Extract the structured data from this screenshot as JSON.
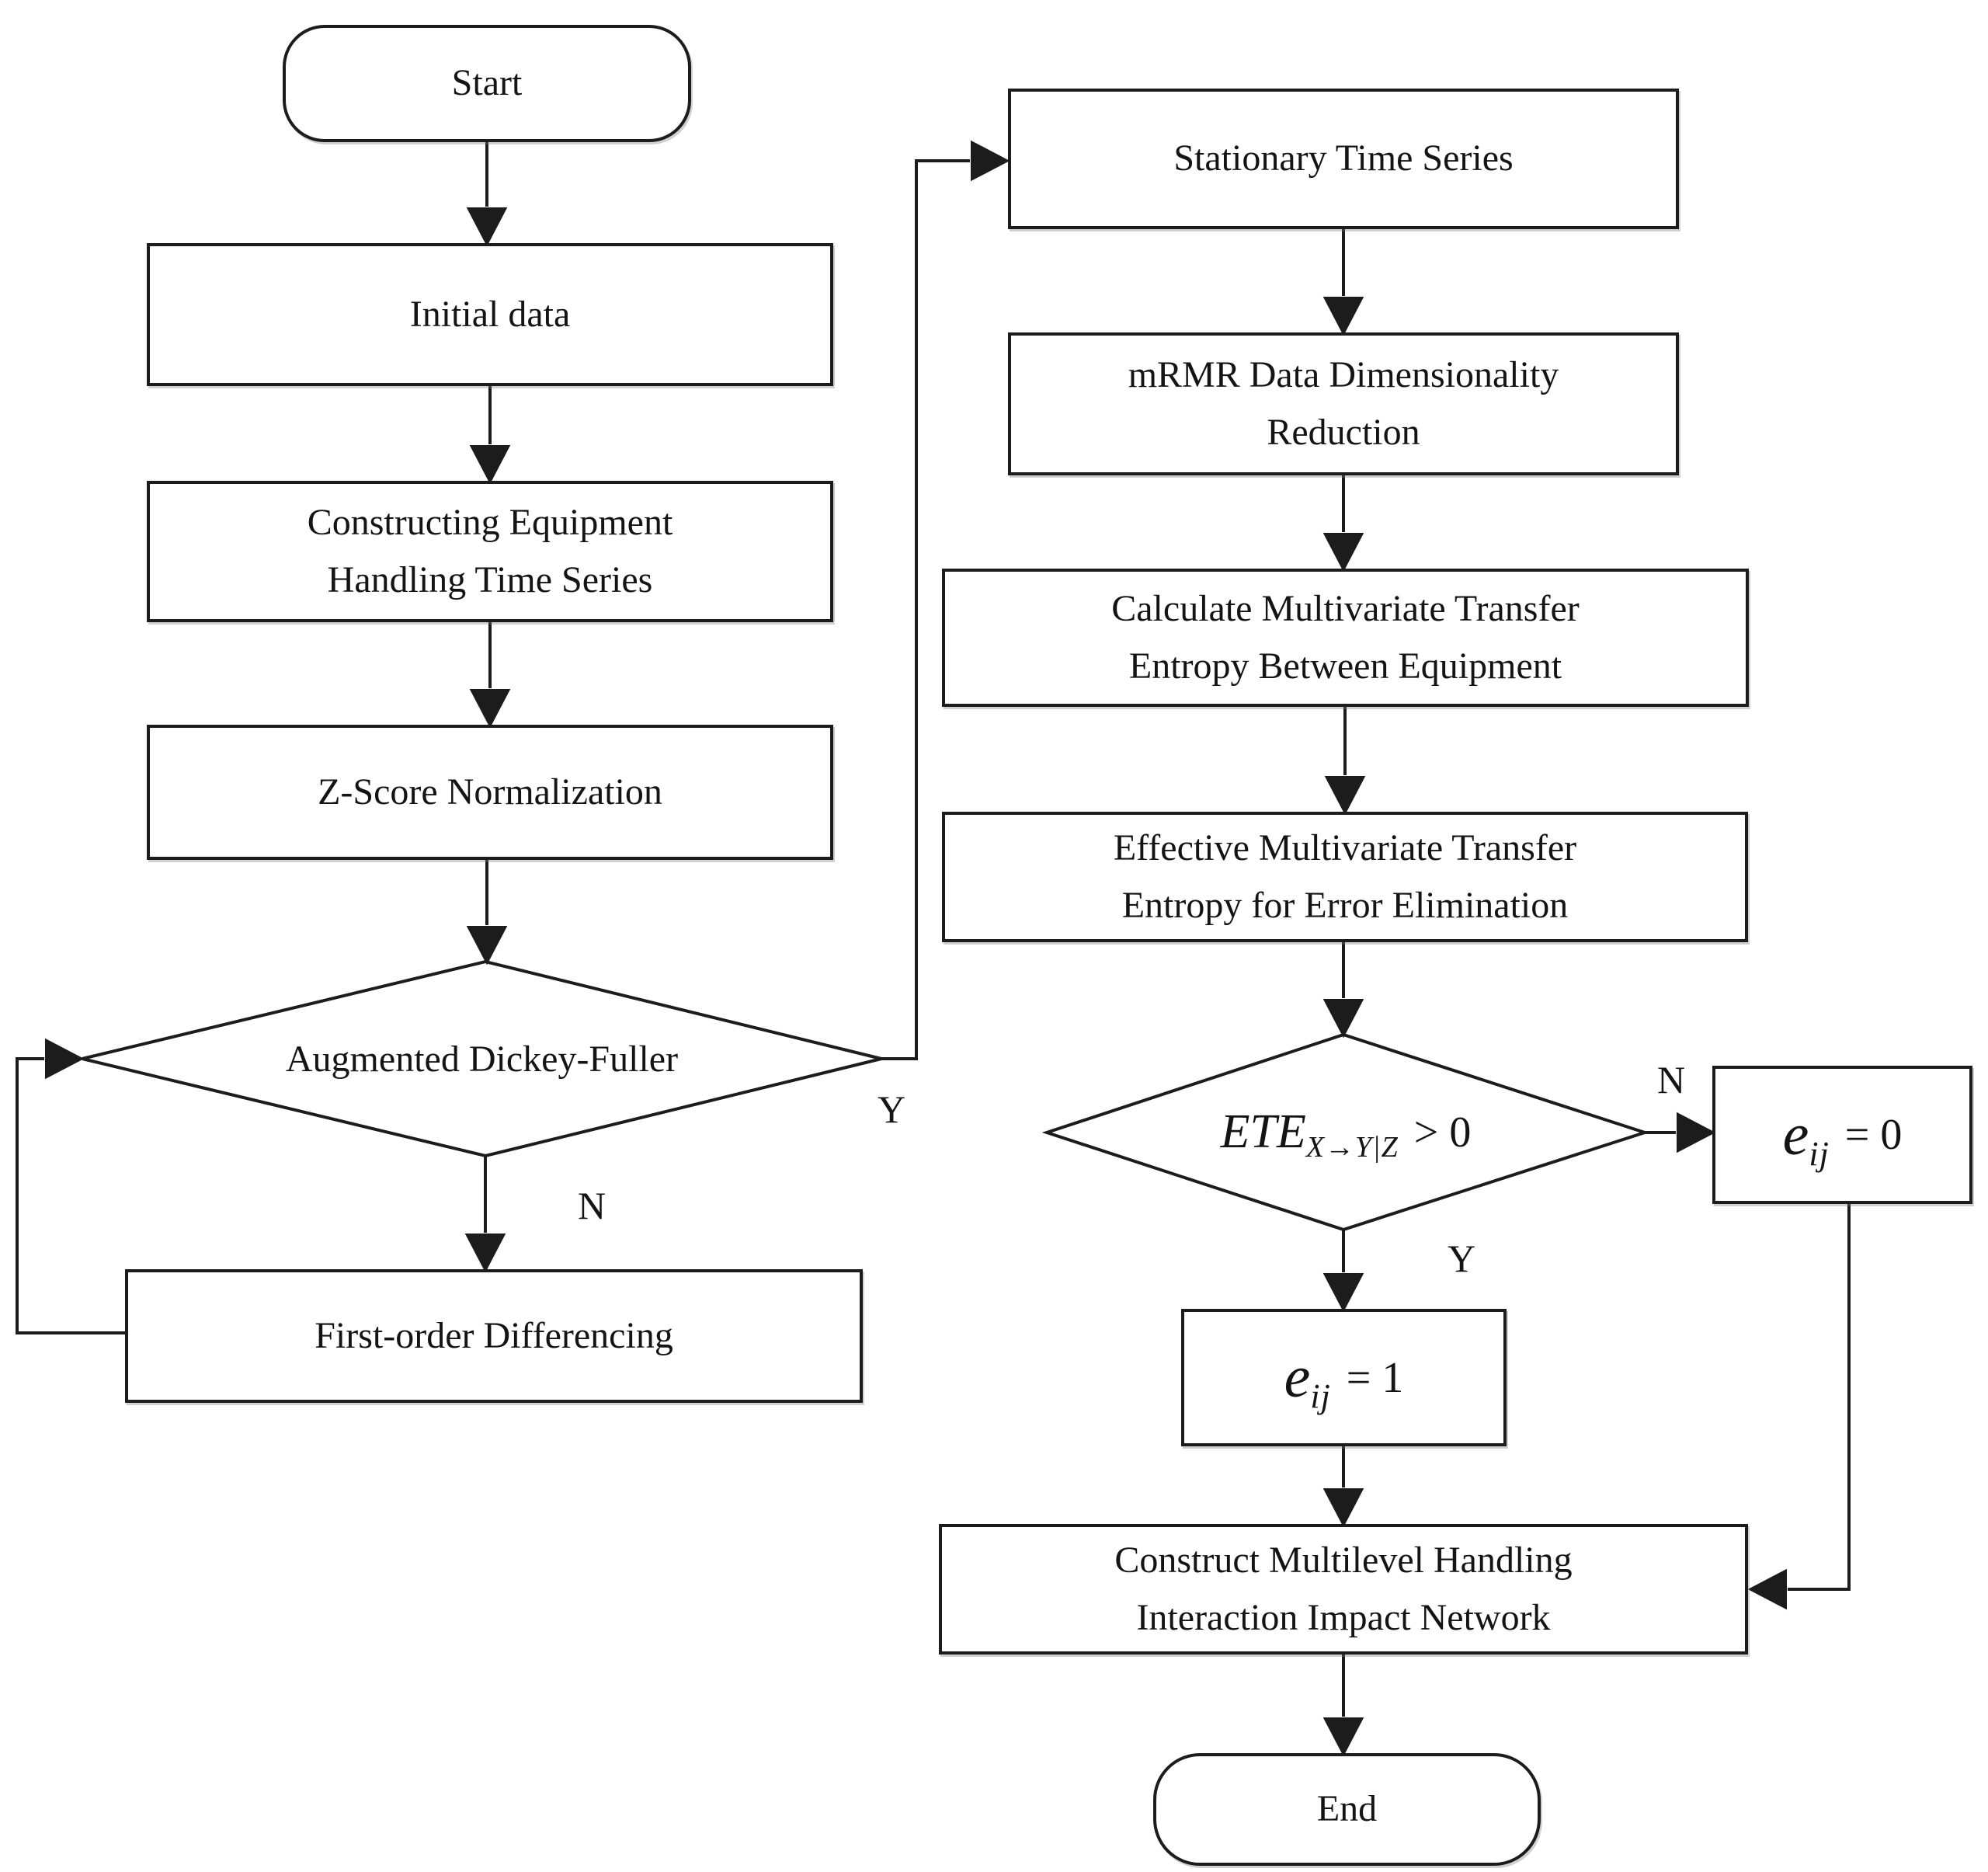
{
  "canvas": {
    "background": "#ffffff",
    "line_color": "#1c1c1c"
  },
  "nodes": {
    "start": {
      "label": "Start"
    },
    "initial": {
      "label": "Initial data"
    },
    "constructing": {
      "label": "Constructing Equipment\nHandling Time Series"
    },
    "zscore": {
      "label": "Z-Score Normalization"
    },
    "adf": {
      "label": "Augmented Dickey-Fuller"
    },
    "firstorder": {
      "label": "First-order Differencing"
    },
    "stationary": {
      "label": "Stationary Time Series"
    },
    "mrmr": {
      "label": "mRMR Data Dimensionality\nReduction"
    },
    "calculate": {
      "label": "Calculate Multivariate Transfer\nEntropy Between Equipment"
    },
    "effective": {
      "label": "Effective Multivariate Transfer\nEntropy for Error Elimination"
    },
    "ete": {
      "base": "ETE",
      "sub": "X→Y|Z",
      "rest": "> 0"
    },
    "eij1": {
      "base": "e",
      "sub": "ij",
      "rest": "= 1"
    },
    "eij0": {
      "base": "e",
      "sub": "ij",
      "rest": "= 0"
    },
    "end": {
      "label": "End"
    }
  },
  "branch_labels": {
    "adf_no": "N",
    "adf_yes": "Y",
    "ete_no": "N",
    "ete_yes": "Y"
  }
}
